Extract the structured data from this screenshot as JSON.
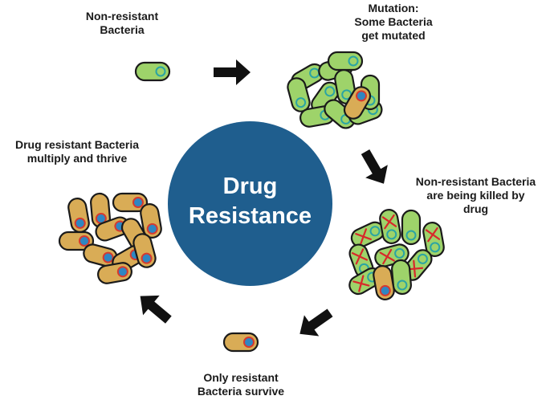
{
  "title": {
    "line1": "Drug",
    "line2": "Resistance"
  },
  "stages": [
    {
      "id": "non-resistant",
      "label": "Non-resistant\nBacteria"
    },
    {
      "id": "mutation",
      "label": "Mutation:\nSome Bacteria\nget mutated"
    },
    {
      "id": "killed",
      "label": "Non-resistant Bacteria\nare being killed by\ndrug"
    },
    {
      "id": "survive",
      "label": "Only resistant\nBacteria survive"
    },
    {
      "id": "thrive",
      "label": "Drug resistant Bacteria\nmultiply and thrive"
    }
  ],
  "colors": {
    "circle": "#1f5e8e",
    "green_cell": "#9ed36a",
    "tan_cell": "#d9ac56",
    "outline": "#1a1a1a",
    "nucleus_green": "#2aa4a4",
    "nucleus_tan_ring": "#d63a2f",
    "nucleus_tan_fill": "#2f86c2",
    "cross": "#d8282a",
    "arrow": "#111111"
  },
  "icons": [
    "arrow-right-icon",
    "arrow-down-icon",
    "arrow-down-left-icon",
    "arrow-left-icon",
    "bacterium-icon",
    "x-mark-icon"
  ]
}
